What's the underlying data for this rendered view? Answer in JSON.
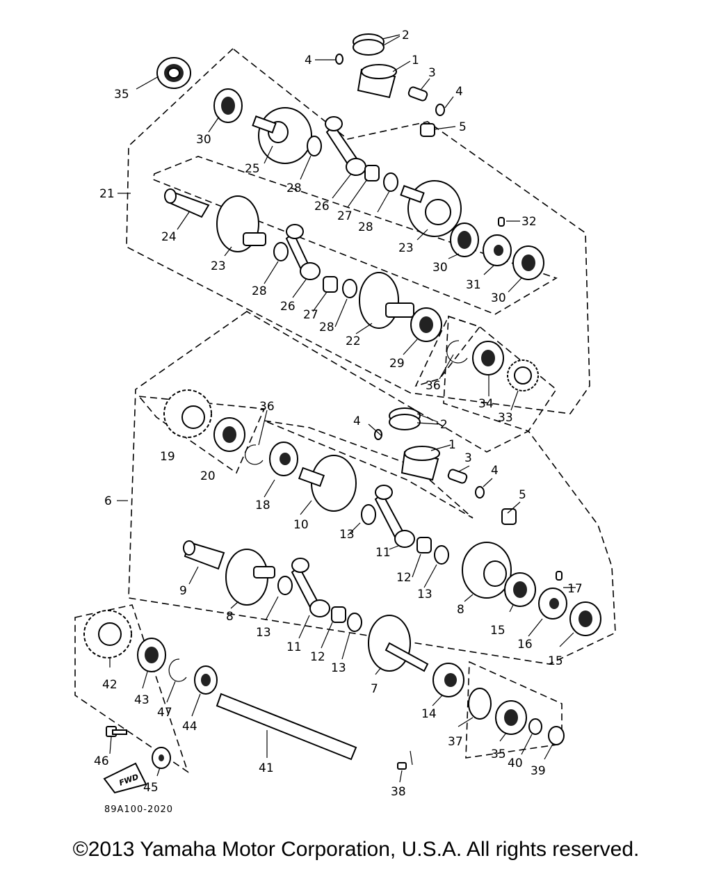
{
  "diagram": {
    "code": "89A100-2020",
    "fwd_label": "FWD",
    "callouts": {
      "c1a": "1",
      "c2a": "2",
      "c3a": "3",
      "c4a": "4",
      "c4b": "4",
      "c5a": "5",
      "c35a": "35",
      "c30a": "30",
      "c25": "25",
      "c28a": "28",
      "c26a": "26",
      "c27a": "27",
      "c28b": "28",
      "c21": "21",
      "c24": "24",
      "c23a": "23",
      "c23b": "23",
      "c30b": "30",
      "c32": "32",
      "c31": "31",
      "c30c": "30",
      "c28c": "28",
      "c26b": "26",
      "c27b": "27",
      "c28d": "28",
      "c22": "22",
      "c29": "29",
      "c36a": "36",
      "c34": "34",
      "c33": "33",
      "c19": "19",
      "c20": "20",
      "c36b": "36",
      "c4c": "4",
      "c2b": "2",
      "c1b": "1",
      "c3b": "3",
      "c4d": "4",
      "c5b": "5",
      "c6": "6",
      "c18": "18",
      "c10": "10",
      "c13a": "13",
      "c11a": "11",
      "c12a": "12",
      "c13b": "13",
      "c8a": "8",
      "c17": "17",
      "c9": "9",
      "c8b": "8",
      "c13c": "13",
      "c15a": "15",
      "c16": "16",
      "c15b": "15",
      "c11b": "11",
      "c12b": "12",
      "c13d": "13",
      "c7": "7",
      "c42": "42",
      "c43": "43",
      "c47": "47",
      "c44": "44",
      "c41": "41",
      "c14": "14",
      "c37": "37",
      "c35b": "35",
      "c40": "40",
      "c39": "39",
      "c46": "46",
      "c45": "45",
      "c38": "38"
    }
  },
  "footer": {
    "copyright": "©2013 Yamaha Motor Corporation, U.S.A. All rights reserved."
  }
}
